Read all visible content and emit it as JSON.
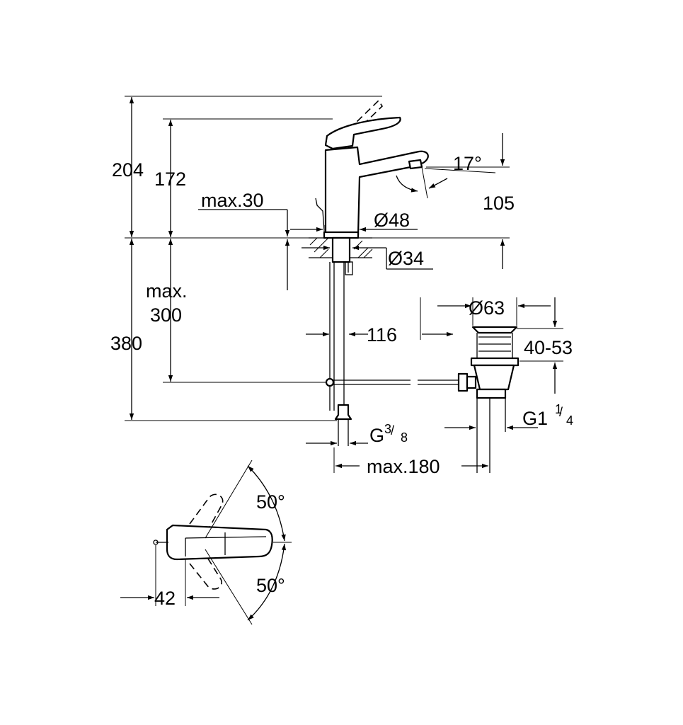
{
  "labels": {
    "h204": "204",
    "h172": "172",
    "max30": "max.30",
    "d48": "Ø48",
    "a17": "17°",
    "h105": "105",
    "d34": "Ø34",
    "max300_a": "max.",
    "max300_b": "300",
    "h380": "380",
    "d63": "Ø63",
    "w116": "116",
    "r4053": "40-53",
    "g38_base": "G",
    "g38_num": "3",
    "g38_den": "8",
    "g114_base": "G1",
    "g114_num": "1",
    "g114_den": "4",
    "max180": "max.180",
    "ang50_top": "50°",
    "ang50_bot": "50°",
    "w42": "42"
  }
}
